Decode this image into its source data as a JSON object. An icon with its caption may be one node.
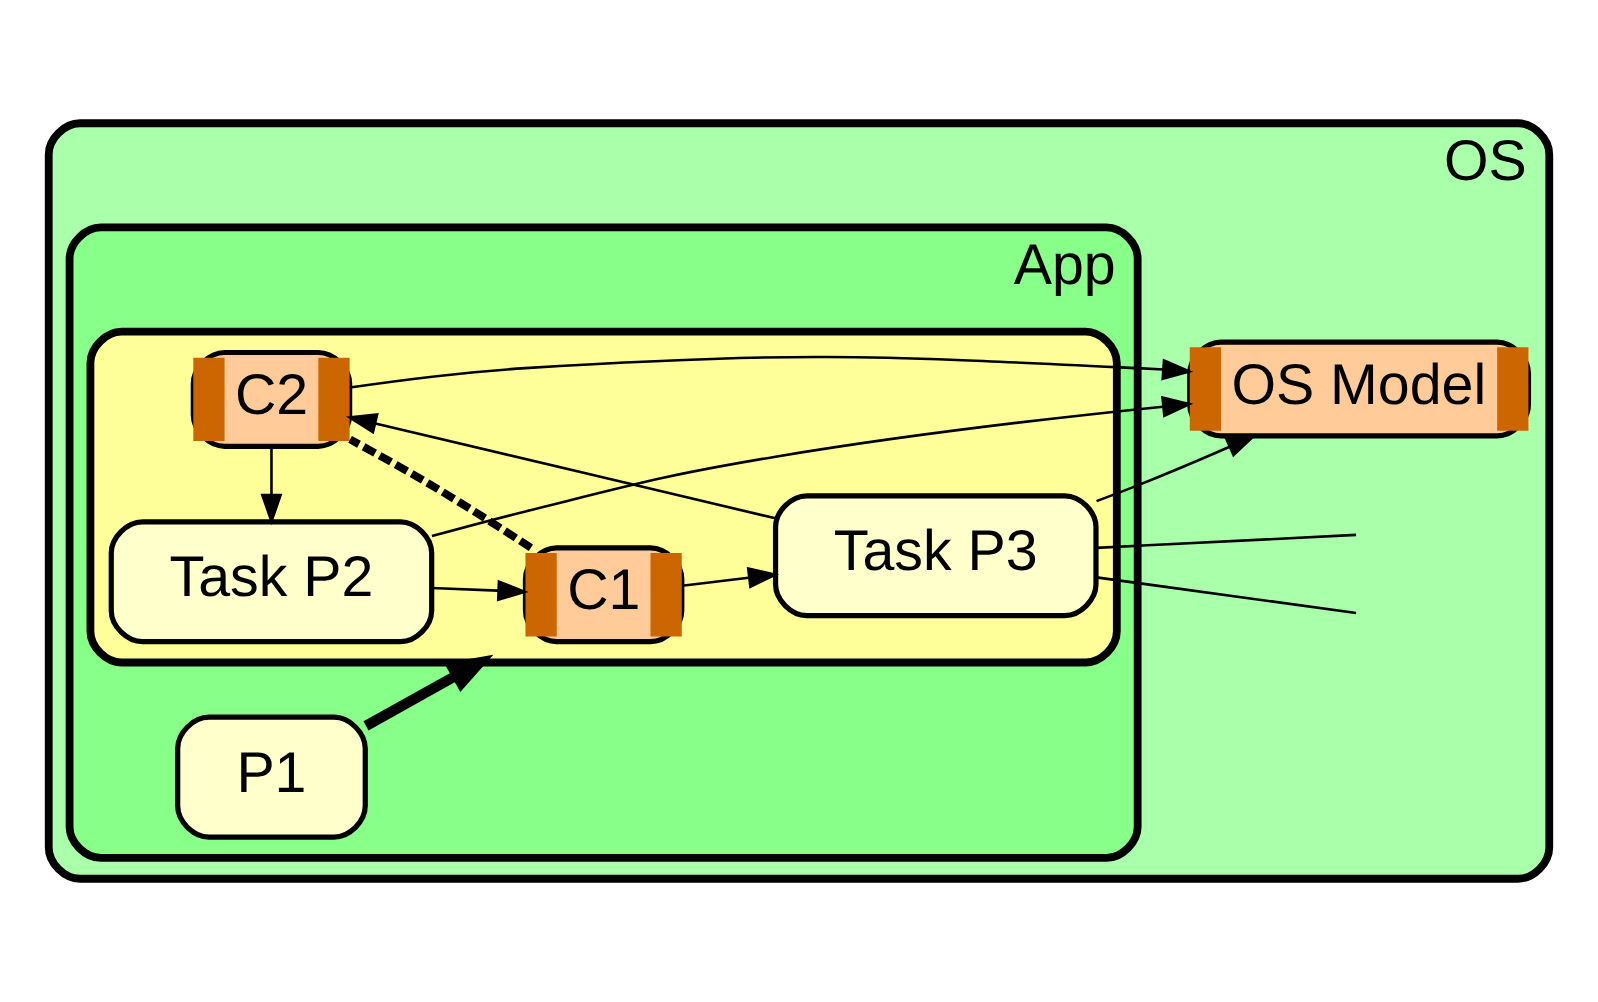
{
  "diagram": {
    "nodes": [
      {
        "text": [
          "OS"
        ]
      },
      {
        "text": [
          "App"
        ],
        "in": 0
      },
      {
        "text": [
          "P1"
        ],
        "in": 1
      },
      {
        "text": [],
        "shape": "box",
        "in": 1
      },
      {
        "text": [
          "Task P2"
        ],
        "in": 3
      },
      {
        "text": [
          "C1"
        ],
        "in": 3
      },
      {
        "text": [
          "C2"
        ],
        "in": 3
      },
      {
        "text": [
          "Task P3"
        ],
        "in": 3
      },
      {
        "text": [
          "OS Model"
        ],
        "in": 0
      }
    ],
    "edges": [
      {
        "from": 2,
        "to": 3,
        "arrow": "to",
        "style": "thick"
      },
      {
        "from": 4,
        "to": 5,
        "arrow": "to"
      },
      {
        "from": 5,
        "to": 7,
        "arrow": "to"
      },
      {
        "from": 7,
        "to": 6,
        "arrow": "to"
      },
      {
        "from": 6,
        "to": 4,
        "arrow": "to"
      },
      {
        "from": 5,
        "to": 6,
        "arrow": "none",
        "style": "dashed"
      },
      {
        "from": 4,
        "to": 8,
        "arrow": "to"
      },
      {
        "from": 6,
        "to": 8,
        "arrow": "to"
      },
      {
        "from": 7,
        "to": 8,
        "arrow": "to"
      },
      {
        "from": 7,
        "to": null,
        "arrow": "none"
      },
      {
        "from": 7,
        "to": null,
        "arrow": "none"
      }
    ]
  }
}
